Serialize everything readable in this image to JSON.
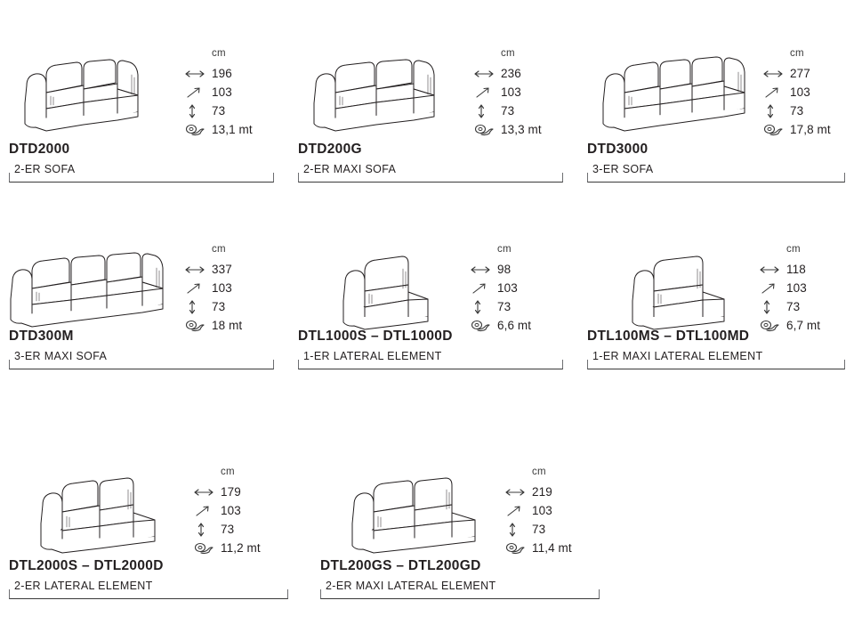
{
  "page": {
    "unit_label": "cm",
    "icons": {
      "width": "width-arrow-icon",
      "depth": "depth-arrow-icon",
      "height": "height-arrow-icon",
      "fabric": "fabric-roll-icon"
    }
  },
  "products": [
    {
      "code": "DTD2000",
      "description": "2-ER SOFA",
      "unit": "cm",
      "width": "196",
      "depth": "103",
      "height": "73",
      "fabric": "13,1 mt",
      "figure": "sofa-2-seat",
      "seats": 2,
      "arms": "both"
    },
    {
      "code": "DTD200G",
      "description": "2-ER MAXI SOFA",
      "unit": "cm",
      "width": "236",
      "depth": "103",
      "height": "73",
      "fabric": "13,3 mt",
      "figure": "sofa-2-seat-maxi",
      "seats": 2,
      "arms": "both"
    },
    {
      "code": "DTD3000",
      "description": "3-ER SOFA",
      "unit": "cm",
      "width": "277",
      "depth": "103",
      "height": "73",
      "fabric": "17,8 mt",
      "figure": "sofa-3-seat",
      "seats": 3,
      "arms": "both"
    },
    {
      "code": "DTD300M",
      "description": "3-ER MAXI SOFA",
      "unit": "cm",
      "width": "337",
      "depth": "103",
      "height": "73",
      "fabric": "18 mt",
      "figure": "sofa-3-seat-maxi",
      "seats": 3,
      "arms": "both"
    },
    {
      "code": "DTL1000S – DTL1000D",
      "description": "1-ER LATERAL ELEMENT",
      "unit": "cm",
      "width": "98",
      "depth": "103",
      "height": "73",
      "fabric": "6,6 mt",
      "figure": "lateral-1-seat",
      "seats": 1,
      "arms": "left"
    },
    {
      "code": "DTL100MS – DTL100MD",
      "description": "1-ER MAXI LATERAL ELEMENT",
      "unit": "cm",
      "width": "118",
      "depth": "103",
      "height": "73",
      "fabric": "6,7 mt",
      "figure": "lateral-1-seat-maxi",
      "seats": 1,
      "arms": "left"
    },
    {
      "code": "DTL2000S – DTL2000D",
      "description": "2-ER LATERAL ELEMENT",
      "unit": "cm",
      "width": "179",
      "depth": "103",
      "height": "73",
      "fabric": "11,2 mt",
      "figure": "lateral-2-seat",
      "seats": 2,
      "arms": "left"
    },
    {
      "code": "DTL200GS – DTL200GD",
      "description": "2-ER MAXI LATERAL ELEMENT",
      "unit": "cm",
      "width": "219",
      "depth": "103",
      "height": "73",
      "fabric": "11,4 mt",
      "figure": "lateral-2-seat-maxi",
      "seats": 2,
      "arms": "left"
    }
  ]
}
